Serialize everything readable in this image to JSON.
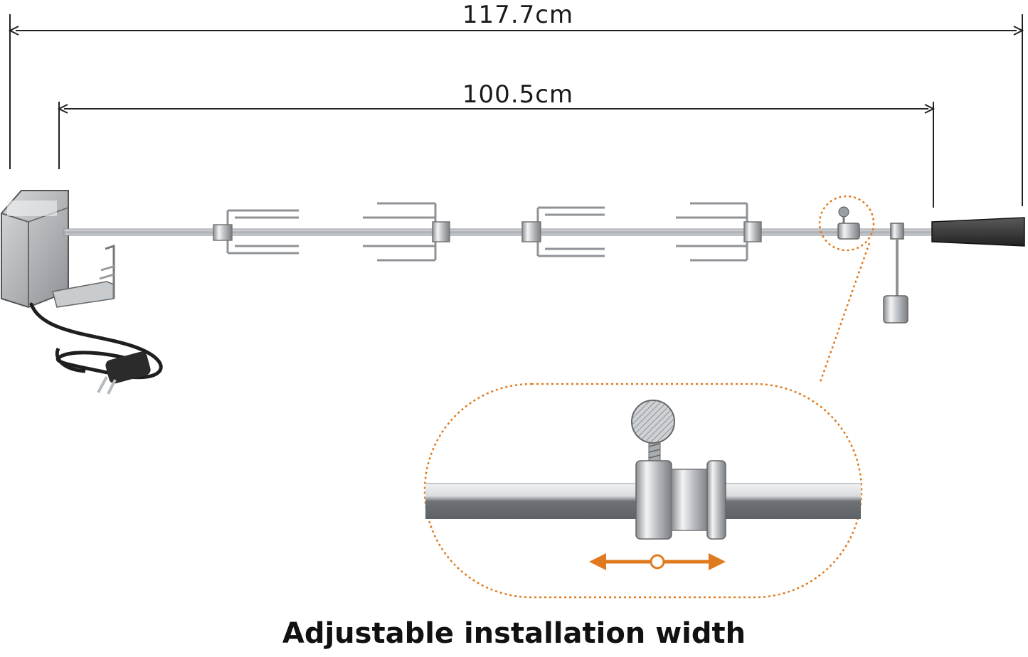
{
  "dimensions": {
    "overall_length": "117.7cm",
    "spit_length": "100.5cm"
  },
  "caption": "Adjustable installation width",
  "colors": {
    "accent": "#e07a1e",
    "steel": "#b8bcc0",
    "handle": "#3a3a3a",
    "dimension_line": "#222222"
  },
  "icons": [
    "motor-icon",
    "power-cord-icon",
    "fork-icon",
    "handle-icon",
    "clamp-icon",
    "thumb-screw-icon",
    "double-arrow-icon"
  ]
}
